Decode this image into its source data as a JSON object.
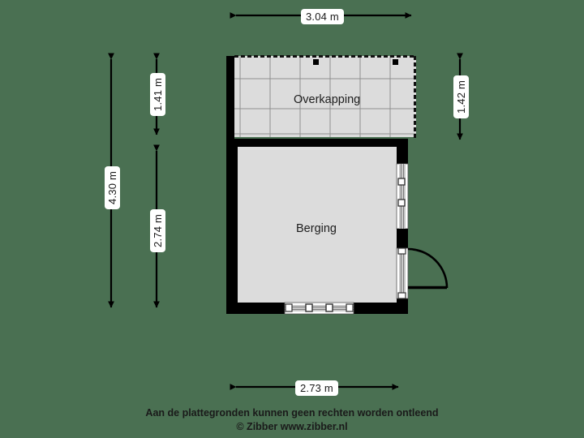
{
  "page": {
    "background_color": "#4a7052",
    "wall_color": "#000000",
    "floor_fill": "#dcdcdc",
    "canopy_fill": "#dcdcdc",
    "grid_line_color": "#8a8a8a",
    "label_bg": "#ffffff"
  },
  "rooms": [
    {
      "name": "Overkapping"
    },
    {
      "name": "Berging"
    }
  ],
  "dimensions": {
    "top": "3.04 m",
    "bottom": "2.73 m",
    "left_outer": "4.30 m",
    "left_inner_upper": "1.41 m",
    "left_inner_lower": "2.74 m",
    "right": "1.42 m"
  },
  "footer": {
    "line1": "Aan de plattegronden kunnen geen rechten worden ontleend",
    "line2": "© Zibber www.zibber.nl"
  }
}
